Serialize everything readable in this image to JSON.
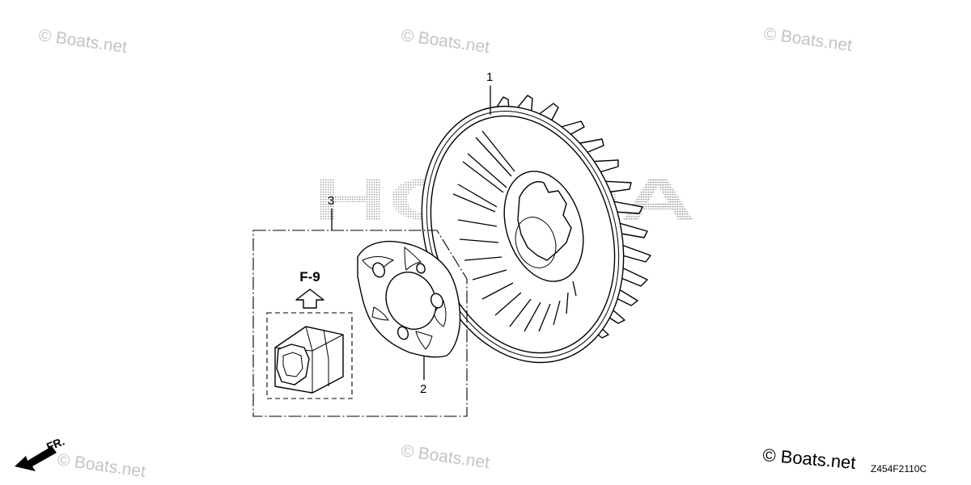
{
  "watermarks": [
    "© Boats.net",
    "© Boats.net",
    "© Boats.net",
    "© Boats.net",
    "© Boats.net"
  ],
  "background_logo": "HONDA",
  "callouts": {
    "flywheel": "1",
    "plate": "2",
    "kit": "3"
  },
  "kit_reference": "F-9",
  "front_marker": "FR.",
  "brand": "© Boats.net",
  "diagram_code": "Z454F2110C",
  "colors": {
    "ink": "#000000",
    "watermark": "#c4c4c4",
    "halftone": "#9a9a9a",
    "paper": "#ffffff"
  }
}
